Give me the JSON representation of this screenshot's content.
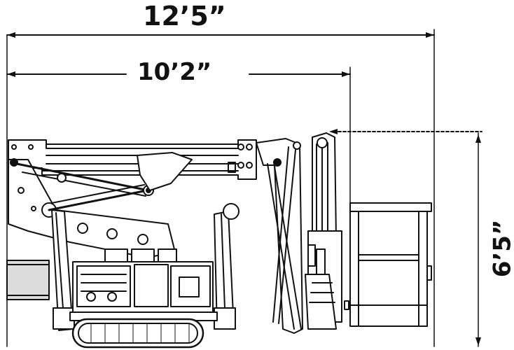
{
  "dimensions": {
    "overall_length": "12’5”",
    "inner_length": "10’2”",
    "stowed_height": "6’5”"
  },
  "colors": {
    "line": "#111111",
    "background": "#ffffff",
    "light_fill": "#dcdcdc"
  }
}
